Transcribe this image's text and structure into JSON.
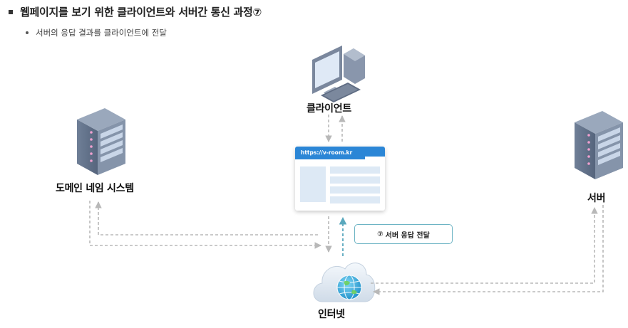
{
  "heading": {
    "title": "웹페이지를 보기 위한 클라이언트와 서버간 통신 과정",
    "step_mark": "⑦"
  },
  "subheading": {
    "text": "서버의 응답 결과를 클라이언트에 전달"
  },
  "nodes": {
    "dns": "도메인 네임 시스템",
    "client": "클라이언트",
    "server": "서버",
    "internet": "인터넷"
  },
  "browser": {
    "url": "https://v-room.kr"
  },
  "response_tag": {
    "mark": "⑦",
    "label": "서버 응답 전달"
  },
  "colors": {
    "browser_bar": "#2b86d6",
    "dashed_arrow": "#b8b8b8",
    "active_arrow": "#5aa8bd",
    "response_border": "#6db4c4"
  }
}
